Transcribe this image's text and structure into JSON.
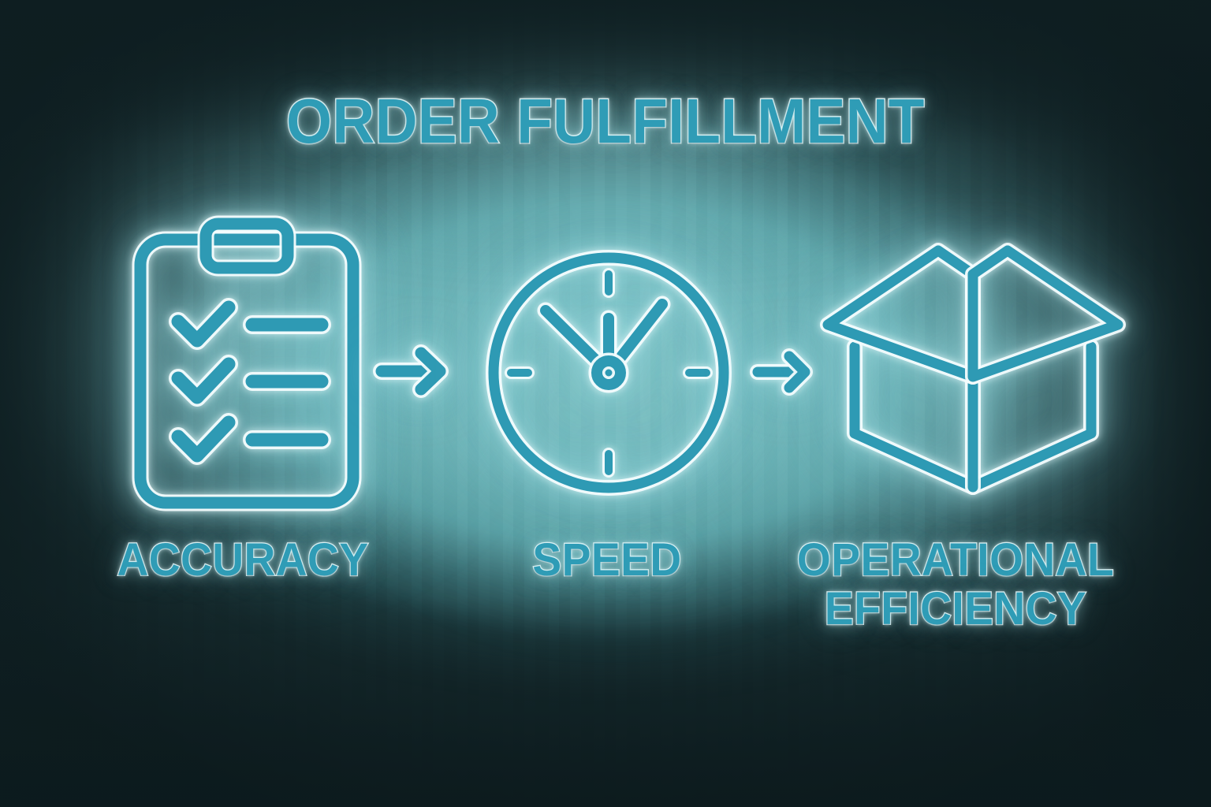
{
  "page": {
    "title": "ORDER FULFILLMENT",
    "accent_color": "#2e9ab4",
    "glow_color": "#e4f9fb",
    "background_center_color": "#68aeb2",
    "background_edge_color": "#152a2d"
  },
  "steps": [
    {
      "id": "accuracy",
      "label": "ACCURACY",
      "icon": "clipboard-checklist-icon",
      "checklist_items": 3
    },
    {
      "id": "speed",
      "label": "SPEED",
      "icon": "clock-icon",
      "tick_marks": 4,
      "hands": 3
    },
    {
      "id": "efficiency",
      "label_line1": "OPERATIONAL",
      "label_line2": "EFFICIENCY",
      "icon": "open-box-icon"
    }
  ],
  "connectors": [
    {
      "id": "arrow-1",
      "icon": "arrow-right-icon"
    },
    {
      "id": "arrow-2",
      "icon": "arrow-right-icon"
    }
  ]
}
